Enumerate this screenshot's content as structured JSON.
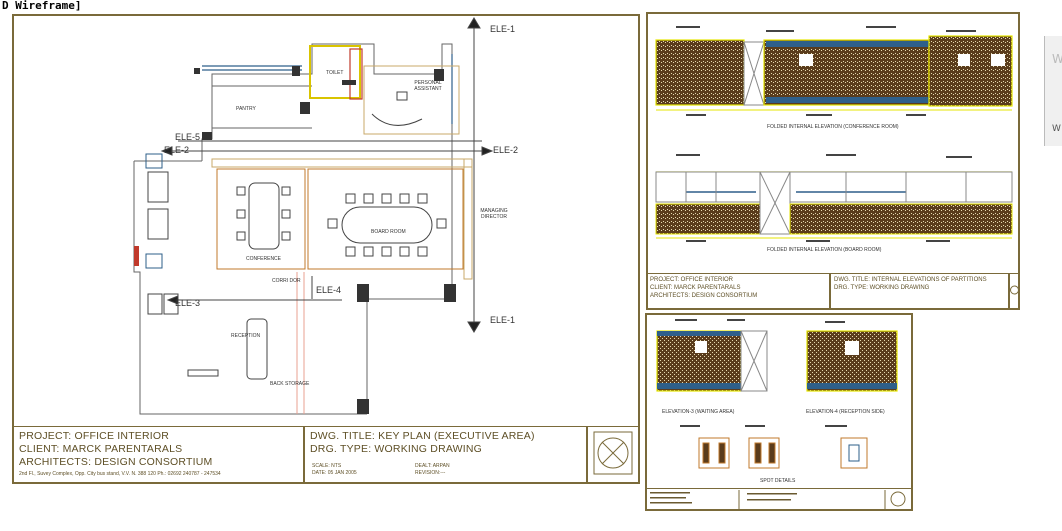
{
  "viewport": {
    "label": "D Wireframe]"
  },
  "key_plan": {
    "rooms": {
      "toilet": "TOILET",
      "personal_assistant": "PERSONAL ASSISTANT",
      "pantry": "PANTRY",
      "conference": "CONFERENCE",
      "board_room": "BOARD ROOM",
      "managing_director": "MANAGING DIRECTOR",
      "corridor": "CORRI DOR",
      "reception": "RECEPTION",
      "back_storage": "BACK STORAGE"
    },
    "markers": {
      "ele1_top": "ELE-1",
      "ele1_bottom": "ELE-1",
      "ele2_left": "ELE-2",
      "ele2_right": "ELE-2",
      "ele3": "ELE-3",
      "ele4": "ELE-4",
      "ele5": "ELE-5"
    },
    "title_block": {
      "project": "PROJECT: OFFICE INTERIOR",
      "client": "CLIENT: MARCK PARENTARALS",
      "architects": "ARCHITECTS: DESIGN CONSORTIUM",
      "address": "2nd Fl., Suvey Complex, Opp. City bus stand, V.V. N. 388 120  Ph.: 02692 240787 - 247534",
      "dwg_title": "DWG. TITLE: KEY PLAN (EXECUTIVE AREA)",
      "drg_type": "DRG. TYPE: WORKING DRAWING",
      "scale": "SCALE: NTS",
      "date": "DATE: 05 JAN 2005",
      "dealt": "DEALT: ARPAN",
      "revision": "REVISION:---"
    }
  },
  "elevations": {
    "conference_caption": "FOLDED INTERNAL ELEVATION (CONFERENCE ROOM)",
    "board_caption": "FOLDED INTERNAL ELEVATION (BOARD ROOM)",
    "title_block": {
      "project": "PROJECT: OFFICE INTERIOR",
      "client": "CLIENT: MARCK PARENTARALS",
      "architects": "ARCHITECTS: DESIGN CONSORTIUM",
      "dwg_title": "DWG. TITLE: INTERNAL ELEVATIONS OF PARTITIONS",
      "drg_type": "DRG. TYPE: WORKING DRAWING"
    }
  },
  "details": {
    "elev3_caption": "ELEVATION-3 (WAITING AREA)",
    "elev4_caption": "ELEVATION-4 (RECEPTION SIDE)",
    "spot_caption": "SPOT DETAILS"
  },
  "right_edge": {
    "letter1": "W",
    "letter2": "W"
  },
  "colors": {
    "frame": "#7a6a3a",
    "hatch": "#5a3c1c",
    "wall_yellow": "#e6e600",
    "accent_blue": "#2e5f8a",
    "partition_red": "#c0392b"
  }
}
